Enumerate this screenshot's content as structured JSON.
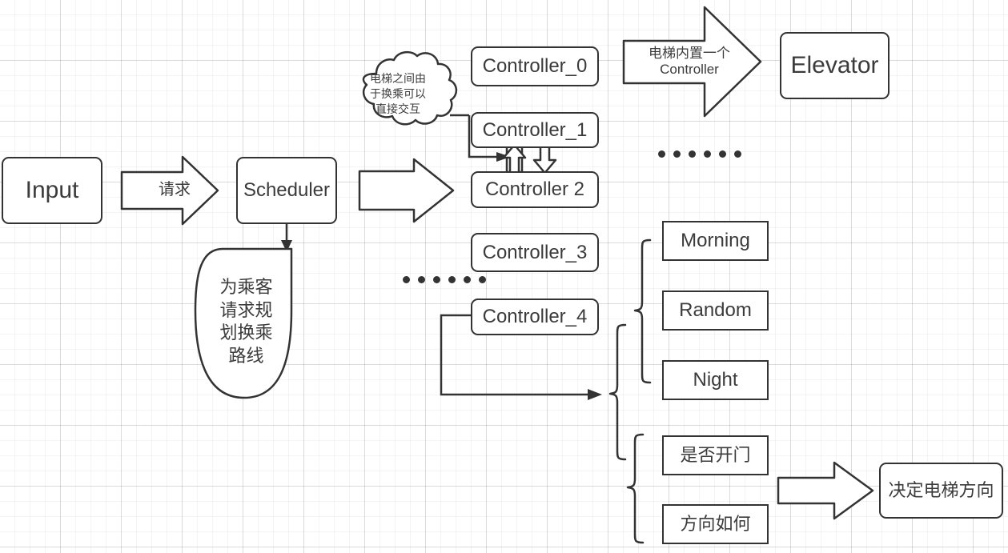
{
  "diagram": {
    "title": "Elevator Scheduler Architecture Diagram",
    "stroke_color": "#333333",
    "text_color": "#3b3b3b",
    "background": "#ffffff",
    "grid_color": "#e8e8e8"
  },
  "nodes": {
    "input": "Input",
    "scheduler": "Scheduler",
    "elevator": "Elevator",
    "controller_0": "Controller_0",
    "controller_1": "Controller_1",
    "controller_2": "Controller 2",
    "controller_3": "Controller_3",
    "controller_4": "Controller_4",
    "morning": "Morning",
    "random": "Random",
    "night": "Night",
    "open_door": "是否开门",
    "direction": "方向如何",
    "decide_direction": "决定电梯方向"
  },
  "annotations": {
    "request_arrow": "请求",
    "elevator_arrow": "电梯内置一个\nController",
    "cloud_note": "电梯之间由\n于换乘可以\n直接交互",
    "scheduler_blob": "为乘客\n请求规\n划换乘\n路线"
  },
  "ellipses": {
    "top_right_dots": 6,
    "middle_dots": 6
  }
}
